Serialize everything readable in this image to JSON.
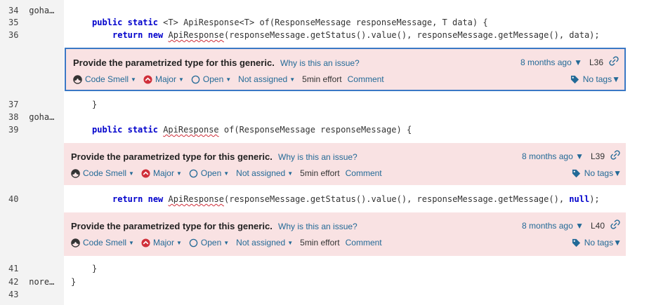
{
  "gutter": {
    "lines": [
      {
        "num": "34",
        "author": "goha…"
      },
      {
        "num": "35",
        "author": ""
      },
      {
        "num": "36",
        "author": ""
      },
      {
        "num": "37",
        "author": ""
      },
      {
        "num": "38",
        "author": "goha…"
      },
      {
        "num": "39",
        "author": ""
      },
      {
        "num": "40",
        "author": ""
      },
      {
        "num": "41",
        "author": ""
      },
      {
        "num": "42",
        "author": "nore…"
      },
      {
        "num": "43",
        "author": ""
      }
    ]
  },
  "code": {
    "l35": {
      "kw1": "public",
      "kw2": "static",
      "rest": " <T> ApiResponse<T> of(ResponseMessage responseMessage, T data) {"
    },
    "l36": {
      "kw1": "return",
      "kw2": "new",
      "type": "ApiResponse",
      "rest": "(responseMessage.getStatus().value(), responseMessage.getMessage(), data);"
    },
    "l37": {
      "text": "}"
    },
    "l39": {
      "kw1": "public",
      "kw2": "static",
      "type": "ApiResponse",
      "rest": " of(ResponseMessage responseMessage) {"
    },
    "l40": {
      "kw1": "return",
      "kw2": "new",
      "type": "ApiResponse",
      "rest1": "(responseMessage.getStatus().value(), responseMessage.getMessage(), ",
      "kw3": "null",
      "rest2": ");"
    },
    "l41": {
      "text": "}"
    },
    "l42": {
      "text": "}"
    }
  },
  "issues": [
    {
      "message": "Provide the parametrized type for this generic.",
      "why": "Why is this an issue?",
      "date": "8 months ago",
      "line": "L36",
      "type": "Code Smell",
      "severity": "Major",
      "status": "Open",
      "assignee": "Not assigned",
      "effort": "5min effort",
      "comment": "Comment",
      "tags": "No tags"
    },
    {
      "message": "Provide the parametrized type for this generic.",
      "why": "Why is this an issue?",
      "date": "8 months ago",
      "line": "L39",
      "type": "Code Smell",
      "severity": "Major",
      "status": "Open",
      "assignee": "Not assigned",
      "effort": "5min effort",
      "comment": "Comment",
      "tags": "No tags"
    },
    {
      "message": "Provide the parametrized type for this generic.",
      "why": "Why is this an issue?",
      "date": "8 months ago",
      "line": "L40",
      "type": "Code Smell",
      "severity": "Major",
      "status": "Open",
      "assignee": "Not assigned",
      "effort": "5min effort",
      "comment": "Comment",
      "tags": "No tags"
    }
  ],
  "colors": {
    "issue_bg": "#f9e2e3",
    "link": "#236a97",
    "keyword": "#0000cc",
    "selected_border": "#3a78c5"
  }
}
